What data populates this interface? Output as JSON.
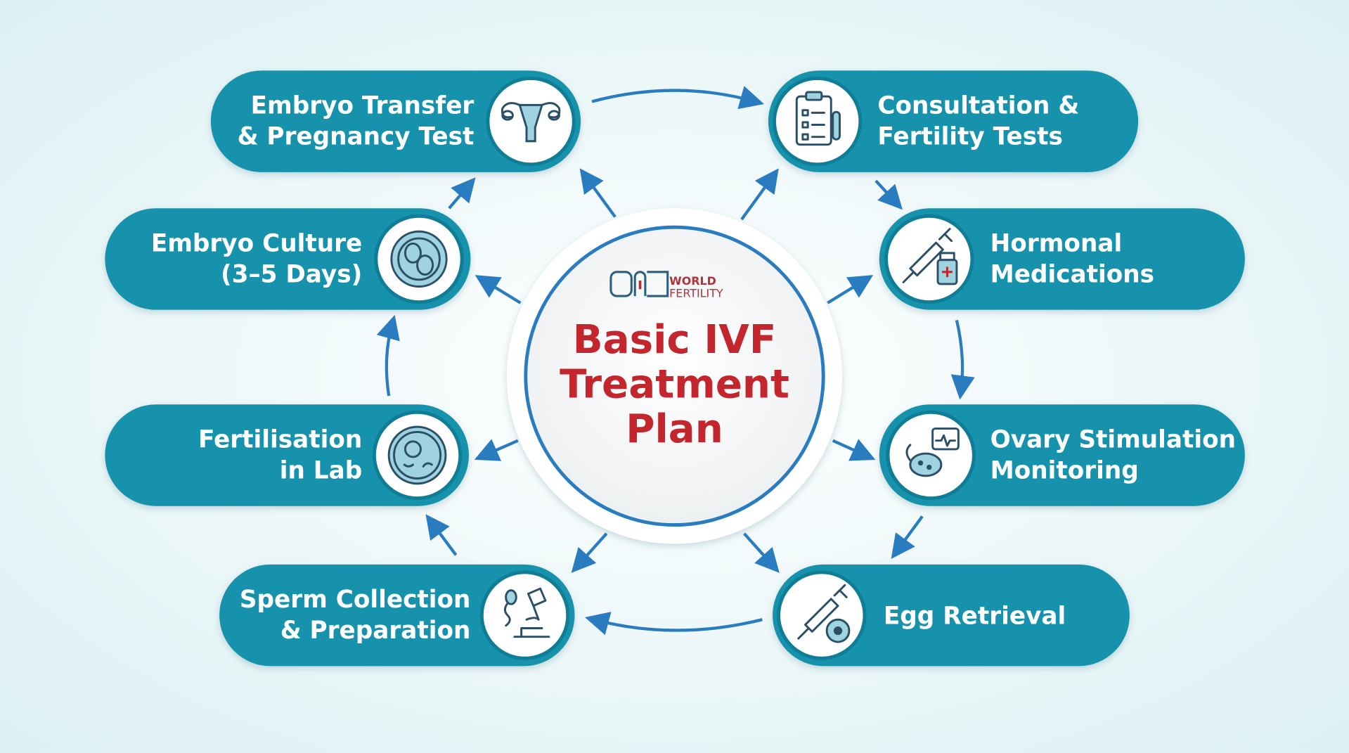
{
  "title": {
    "line1": "Basic IVF",
    "line2": "Treatment",
    "line3": "Plan"
  },
  "logo": {
    "text_line1": "WORLD",
    "text_line2": "FERTILITY"
  },
  "steps": [
    {
      "line1": "Consultation &",
      "line2": "Fertility Tests",
      "icon": "clipboard-icon"
    },
    {
      "line1": "Hormonal",
      "line2": "Medications",
      "icon": "syringe-vial-icon"
    },
    {
      "line1": "Ovary Stimulation",
      "line2": "Monitoring",
      "icon": "ovary-monitor-icon"
    },
    {
      "line1": "Egg Retrieval",
      "line2": "",
      "icon": "syringe-egg-icon"
    },
    {
      "line1": "Sperm Collection",
      "line2": "& Preparation",
      "icon": "sperm-microscope-icon"
    },
    {
      "line1": "Fertilisation",
      "line2": "in Lab",
      "icon": "petri-dish-icon"
    },
    {
      "line1": "Embryo Culture",
      "line2": "(3–5 Days)",
      "icon": "embryo-cell-icon"
    },
    {
      "line1": "Embryo Transfer",
      "line2": "& Pregnancy Test",
      "icon": "uterus-icon"
    }
  ],
  "colors": {
    "pill": "#1792ad",
    "arrow": "#2a7cc0",
    "title": "#c4262e",
    "background": "#eef6f8"
  }
}
